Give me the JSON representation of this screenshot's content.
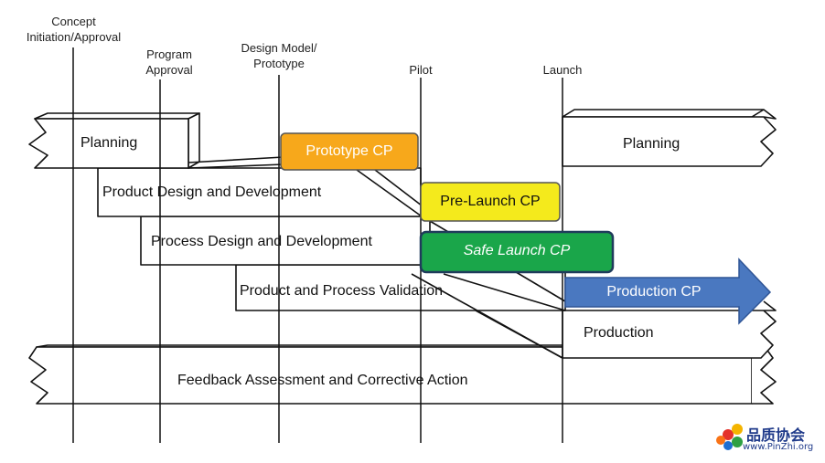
{
  "milestones": {
    "concept": [
      "Concept",
      "Initiation/Approval"
    ],
    "program": [
      "Program",
      "Approval"
    ],
    "design": [
      "Design Model/",
      "Prototype"
    ],
    "pilot": "Pilot",
    "launch": "Launch"
  },
  "phases": {
    "planning_left": "Planning",
    "product_design": "Product Design and Development",
    "process_design": "Process Design and Development",
    "validation": "Product and Process Validation",
    "planning_right": "Planning",
    "production": "Production",
    "feedback": "Feedback Assessment and Corrective Action"
  },
  "control_plans": {
    "prototype": {
      "label": "Prototype CP",
      "color": "#f7a81b"
    },
    "prelaunch": {
      "label": "Pre-Launch CP",
      "color": "#f4ea1c"
    },
    "safelaunch": {
      "label": "Safe Launch CP",
      "color": "#1aa64a"
    },
    "production": {
      "label": "Production CP",
      "color": "#4a78c0"
    }
  },
  "watermark": {
    "name": "品质协会",
    "url": "www.PinZhi.org"
  }
}
